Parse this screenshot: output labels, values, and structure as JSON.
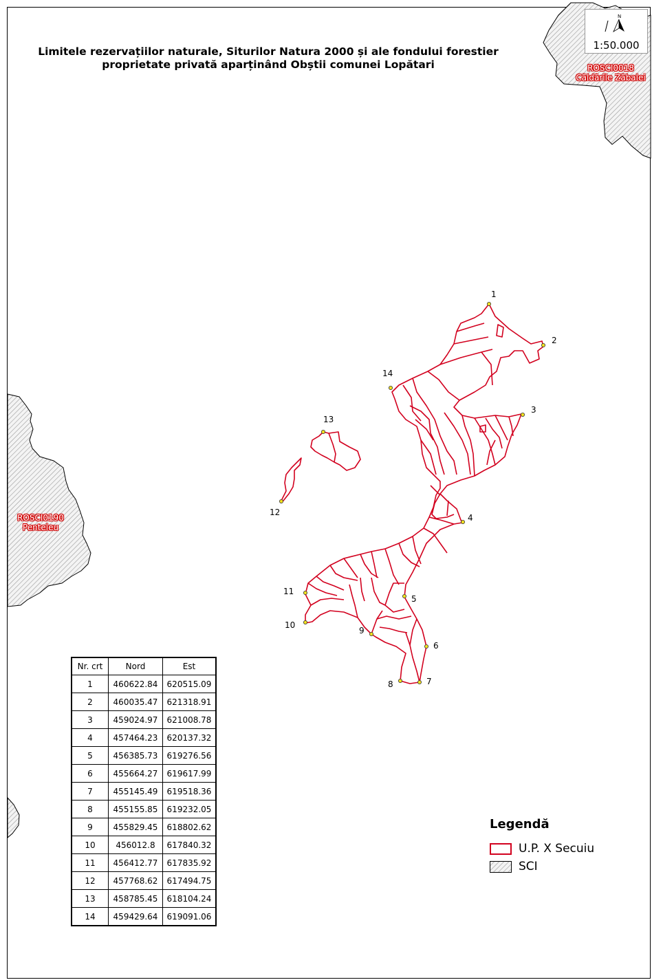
{
  "title_line1": "Limitele rezervațiilor naturale, Siturilor Natura 2000 și ale fondului forestier",
  "title_line2": "proprietate privată aparținând Obștii comunei Lopătari",
  "scale": "1:50.000",
  "north_label": "N",
  "sci_areas": [
    {
      "code": "ROSCI0018",
      "name": "Căldările Zăbalei"
    },
    {
      "code": "ROSCI0190",
      "name": "Penteleu"
    }
  ],
  "points": [
    {
      "id": "1"
    },
    {
      "id": "2"
    },
    {
      "id": "3"
    },
    {
      "id": "4"
    },
    {
      "id": "5"
    },
    {
      "id": "6"
    },
    {
      "id": "7"
    },
    {
      "id": "8"
    },
    {
      "id": "9"
    },
    {
      "id": "10"
    },
    {
      "id": "11"
    },
    {
      "id": "12"
    },
    {
      "id": "13"
    },
    {
      "id": "14"
    }
  ],
  "table": {
    "headers": [
      "Nr. crt",
      "Nord",
      "Est"
    ],
    "rows": [
      [
        "1",
        "460622.84",
        "620515.09"
      ],
      [
        "2",
        "460035.47",
        "621318.91"
      ],
      [
        "3",
        "459024.97",
        "621008.78"
      ],
      [
        "4",
        "457464.23",
        "620137.32"
      ],
      [
        "5",
        "456385.73",
        "619276.56"
      ],
      [
        "6",
        "455664.27",
        "619617.99"
      ],
      [
        "7",
        "455145.49",
        "619518.36"
      ],
      [
        "8",
        "455155.85",
        "619232.05"
      ],
      [
        "9",
        "455829.45",
        "618802.62"
      ],
      [
        "10",
        "456012.8",
        "617840.32"
      ],
      [
        "11",
        "456412.77",
        "617835.92"
      ],
      [
        "12",
        "457768.62",
        "617494.75"
      ],
      [
        "13",
        "458785.45",
        "618104.24"
      ],
      [
        "14",
        "459429.64",
        "619091.06"
      ]
    ]
  },
  "legend": {
    "title": "Legendă",
    "items": [
      {
        "label": "U.P. X Secuiu",
        "color": "#d2001e"
      },
      {
        "label": "SCI",
        "color": "#7a7a7a"
      }
    ]
  },
  "colors": {
    "boundary": "#d2001e",
    "point": "#f2e020",
    "sci_hatch": "#8a8a8a"
  }
}
